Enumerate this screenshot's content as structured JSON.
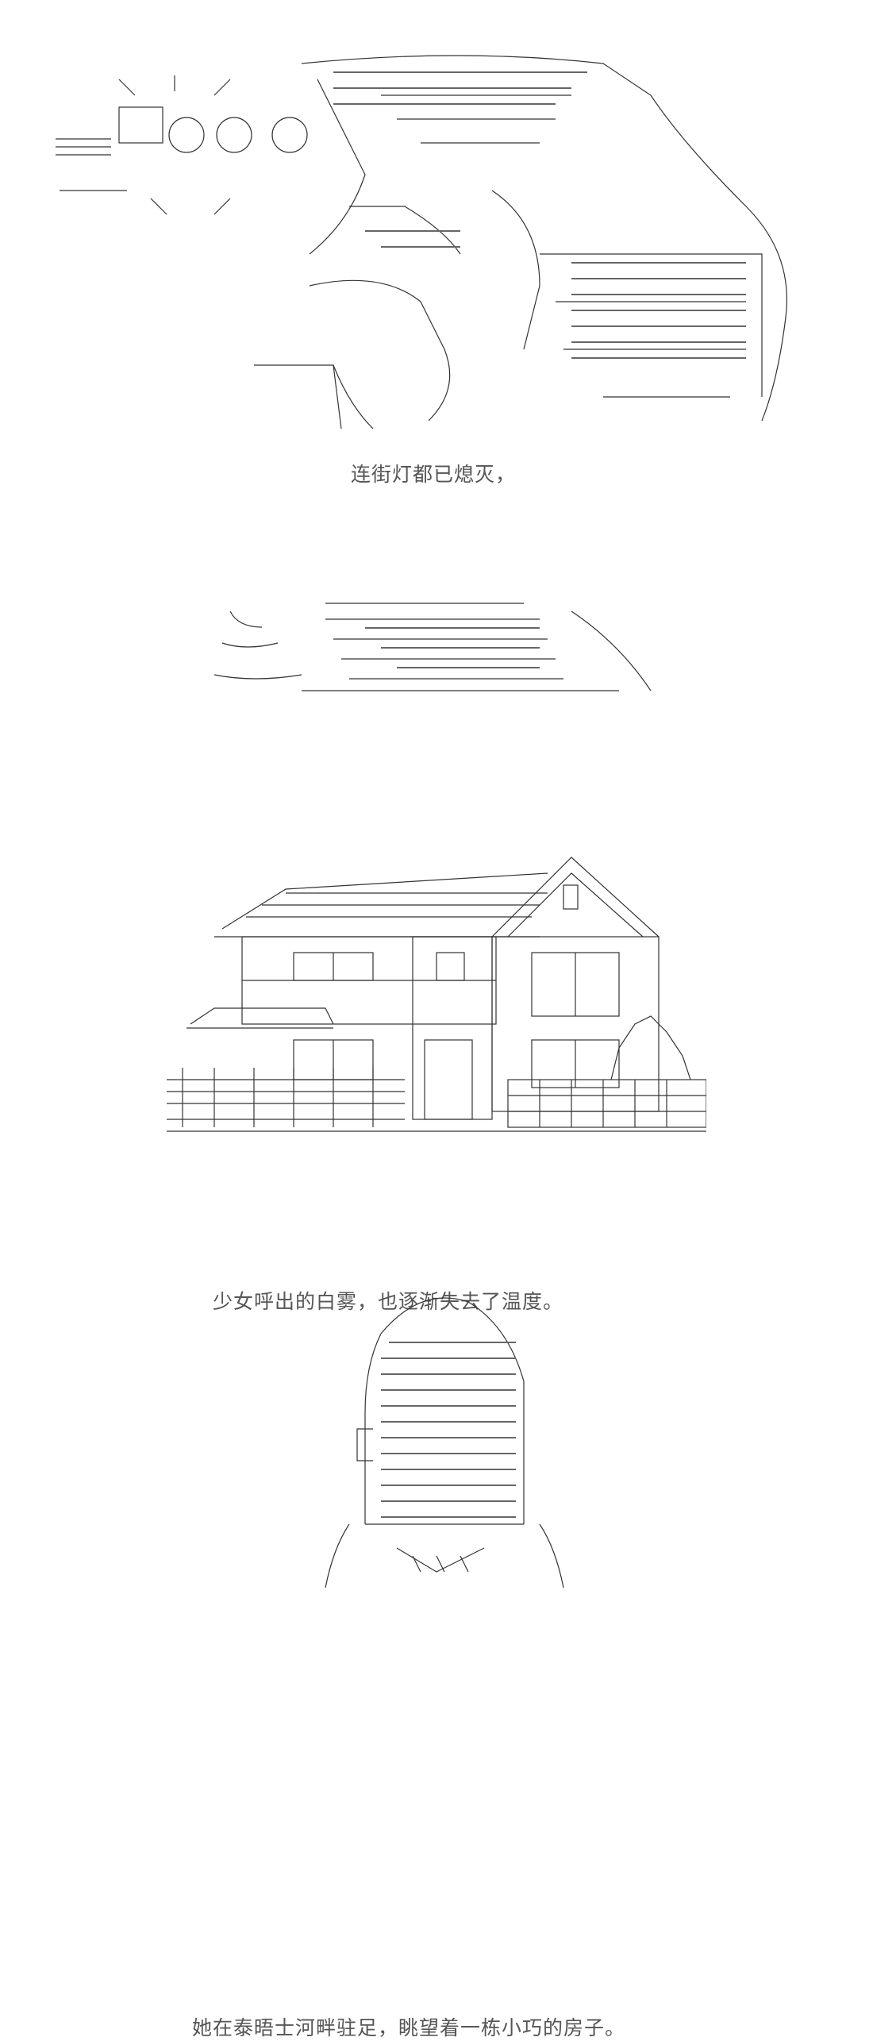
{
  "captions": {
    "scene_1": "连街灯都已熄灭，",
    "scene_2": "少女呼出的白雾，也逐渐失去了温度。",
    "scene_3": "她在泰晤士河畔驻足，眺望着一栋小巧的房子。"
  },
  "art": {
    "scene_1": "girl-breath-close-up-ascii-art",
    "scene_2": "white-breath-fading-ascii-art",
    "scene_3": "small-house-ascii-art",
    "scene_4": "girl-back-view-ascii-art"
  },
  "colors": {
    "background": "#ffffff",
    "caption_text": "#555555",
    "art_stroke": "#333333"
  }
}
